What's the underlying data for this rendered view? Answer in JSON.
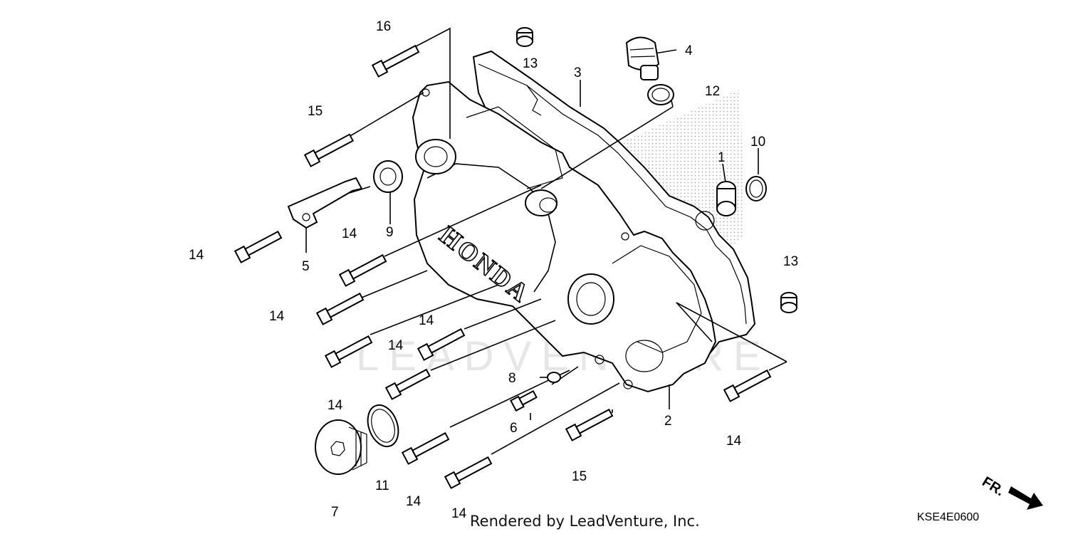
{
  "diagram": {
    "callouts": [
      {
        "id": "c16",
        "text": "16"
      },
      {
        "id": "c13a",
        "text": "13"
      },
      {
        "id": "c4",
        "text": "4"
      },
      {
        "id": "c3",
        "text": "3"
      },
      {
        "id": "c12",
        "text": "12"
      },
      {
        "id": "c15a",
        "text": "15"
      },
      {
        "id": "c10",
        "text": "10"
      },
      {
        "id": "c1",
        "text": "1"
      },
      {
        "id": "c9",
        "text": "9"
      },
      {
        "id": "c14a",
        "text": "14"
      },
      {
        "id": "c14b",
        "text": "14"
      },
      {
        "id": "c5",
        "text": "5"
      },
      {
        "id": "c13b",
        "text": "13"
      },
      {
        "id": "c14c",
        "text": "14"
      },
      {
        "id": "c14d",
        "text": "14"
      },
      {
        "id": "c14e",
        "text": "14"
      },
      {
        "id": "c14f",
        "text": "14"
      },
      {
        "id": "c8",
        "text": "8"
      },
      {
        "id": "c2",
        "text": "2"
      },
      {
        "id": "c6",
        "text": "6"
      },
      {
        "id": "c14g",
        "text": "14"
      },
      {
        "id": "c15b",
        "text": "15"
      },
      {
        "id": "c11",
        "text": "11"
      },
      {
        "id": "c7",
        "text": "7"
      },
      {
        "id": "c14h",
        "text": "14"
      },
      {
        "id": "c14i",
        "text": "14"
      }
    ],
    "cover_brand": "HONDA",
    "watermark": "LEADVENTURE",
    "credit": "Rendered by LeadVenture, Inc.",
    "diagram_code": "KSE4E0600",
    "front_indicator": "FR."
  }
}
